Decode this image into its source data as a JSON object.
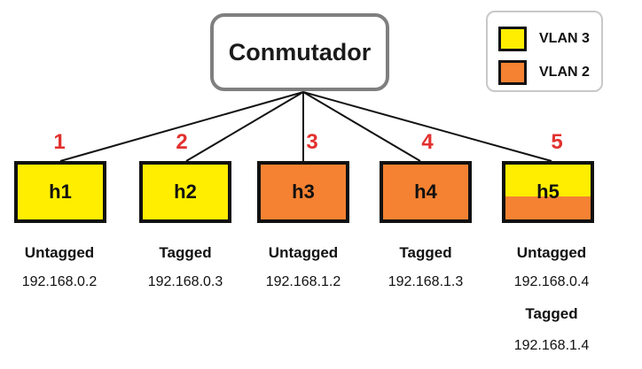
{
  "colors": {
    "vlan3": "#ffee00",
    "vlan2": "#f58232",
    "port_number": "#e2312f",
    "link": "#111111"
  },
  "switch": {
    "label": "Conmutador"
  },
  "legend": [
    {
      "label": "VLAN 3",
      "vlan": "vlan3"
    },
    {
      "label": "VLAN 2",
      "vlan": "vlan2"
    }
  ],
  "hosts": [
    {
      "name": "h1",
      "port": "1",
      "vlans": [
        "vlan3"
      ],
      "interfaces": [
        {
          "mode": "Untagged",
          "ip": "192.168.0.2"
        }
      ]
    },
    {
      "name": "h2",
      "port": "2",
      "vlans": [
        "vlan3"
      ],
      "interfaces": [
        {
          "mode": "Tagged",
          "ip": "192.168.0.3"
        }
      ]
    },
    {
      "name": "h3",
      "port": "3",
      "vlans": [
        "vlan2"
      ],
      "interfaces": [
        {
          "mode": "Untagged",
          "ip": "192.168.1.2"
        }
      ]
    },
    {
      "name": "h4",
      "port": "4",
      "vlans": [
        "vlan2"
      ],
      "interfaces": [
        {
          "mode": "Tagged",
          "ip": "192.168.1.3"
        }
      ]
    },
    {
      "name": "h5",
      "port": "5",
      "vlans": [
        "vlan3",
        "vlan2"
      ],
      "interfaces": [
        {
          "mode": "Untagged",
          "ip": "192.168.0.4"
        },
        {
          "mode": "Tagged",
          "ip": "192.168.1.4"
        }
      ]
    }
  ]
}
